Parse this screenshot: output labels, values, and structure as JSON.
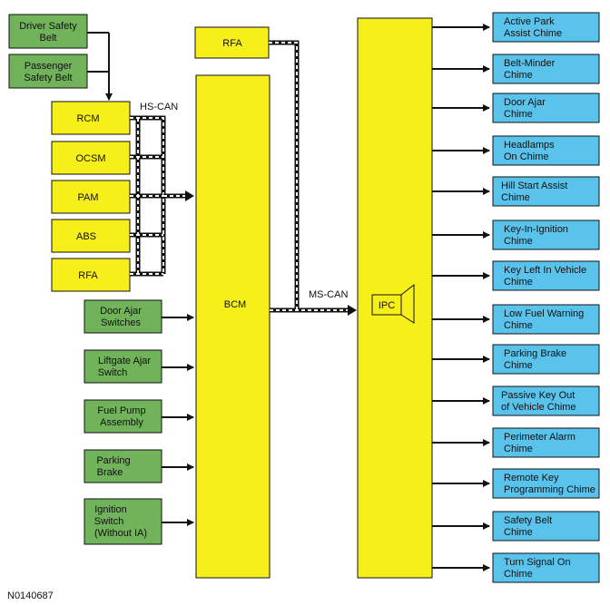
{
  "colors": {
    "green": "#70b35a",
    "yellow": "#f7ef1a",
    "blue": "#5ac3ec",
    "stroke": "#111111"
  },
  "inputs_top": [
    {
      "line1": "Driver Safety",
      "line2": "Belt"
    },
    {
      "line1": "Passenger",
      "line2": "Safety Belt"
    }
  ],
  "hs_can_label": "HS-CAN",
  "hs_modules": [
    "RCM",
    "OCSM",
    "PAM",
    "ABS",
    "RFA"
  ],
  "rfa_top": "RFA",
  "bcm_label": "BCM",
  "ms_can_label": "MS-CAN",
  "ipc_label": "IPC",
  "bcm_inputs": [
    {
      "line1": "Door Ajar",
      "line2": "Switches"
    },
    {
      "line1": "Liftgate Ajar",
      "line2": "Switch"
    },
    {
      "line1": "Fuel Pump",
      "line2": "Assembly"
    },
    {
      "line1": "Parking",
      "line2": "Brake"
    },
    {
      "line1": "Ignition",
      "line2": "Switch",
      "line3": "(Without IA)"
    }
  ],
  "chimes": [
    {
      "line1": "Active Park",
      "line2": "Assist Chime"
    },
    {
      "line1": "Belt-Minder",
      "line2": "Chime"
    },
    {
      "line1": "Door Ajar",
      "line2": "Chime"
    },
    {
      "line1": "Headlamps",
      "line2": "On Chime"
    },
    {
      "line1": "Hill Start Assist",
      "line2": "Chime"
    },
    {
      "line1": "Key-In-Ignition",
      "line2": "Chime"
    },
    {
      "line1": "Key Left In Vehicle",
      "line2": "Chime"
    },
    {
      "line1": "Low Fuel Warning",
      "line2": "Chime"
    },
    {
      "line1": "Parking Brake",
      "line2": "Chime"
    },
    {
      "line1": "Passive Key Out",
      "line2": "of Vehicle Chime"
    },
    {
      "line1": "Perimeter Alarm",
      "line2": "Chime"
    },
    {
      "line1": "Remote Key",
      "line2": "Programming Chime"
    },
    {
      "line1": "Safety Belt",
      "line2": "Chime"
    },
    {
      "line1": "Turn Signal On",
      "line2": "Chime"
    }
  ],
  "figure_id": "N0140687"
}
